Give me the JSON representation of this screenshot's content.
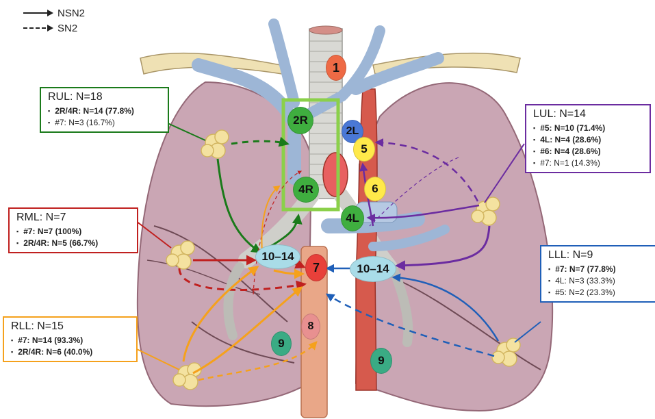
{
  "legend": [
    {
      "label": "NSN2",
      "style": "solid"
    },
    {
      "label": "SN2",
      "style": "dashed"
    }
  ],
  "boxes": {
    "rul": {
      "title": "RUL: N=18",
      "color": "#1a7a1a",
      "items": [
        {
          "text": "2R/4R: N=14 (77.8%)",
          "bold": true
        },
        {
          "text": "#7: N=3 (16.7%)",
          "bold": false
        }
      ]
    },
    "rml": {
      "title": "RML: N=7",
      "color": "#c0201f",
      "items": [
        {
          "text": "#7: N=7 (100%)",
          "bold": true
        },
        {
          "text": "2R/4R: N=5 (66.7%)",
          "bold": true
        }
      ]
    },
    "rll": {
      "title": "RLL: N=15",
      "color": "#f5a11c",
      "items": [
        {
          "text": "#7: N=14 (93.3%)",
          "bold": true
        },
        {
          "text": "2R/4R: N=6 (40.0%)",
          "bold": true
        }
      ]
    },
    "lul": {
      "title": "LUL: N=14",
      "color": "#6b2ca0",
      "items": [
        {
          "text": "#5: N=10 (71.4%)",
          "bold": true
        },
        {
          "text": "4L: N=4 (28.6%)",
          "bold": true
        },
        {
          "text": "#6: N=4 (28.6%)",
          "bold": true
        },
        {
          "text": "#7: N=1 (14.3%)",
          "bold": false
        }
      ]
    },
    "lll": {
      "title": "LLL: N=9",
      "color": "#1f5fb8",
      "items": [
        {
          "text": "#7: N=7 (77.8%)",
          "bold": true
        },
        {
          "text": "4L: N=3 (33.3%)",
          "bold": false
        },
        {
          "text": "#5: N=2 (23.3%)",
          "bold": false
        }
      ]
    }
  },
  "nodes": {
    "n1": {
      "label": "1",
      "color": "#ee6a45"
    },
    "n2r": {
      "label": "2R",
      "color": "#3fae3f"
    },
    "n2l": {
      "label": "2L",
      "color": "#4a78d6"
    },
    "n5": {
      "label": "5",
      "color": "#ffe94a"
    },
    "n6": {
      "label": "6",
      "color": "#ffe94a"
    },
    "n4r": {
      "label": "4R",
      "color": "#3fae3f"
    },
    "n4l": {
      "label": "4L",
      "color": "#3fae3f"
    },
    "n1014r": {
      "label": "10–14",
      "color": "#a9dce8"
    },
    "n1014l": {
      "label": "10–14",
      "color": "#a9dce8"
    },
    "n7": {
      "label": "7",
      "color": "#e8403a"
    },
    "n8": {
      "label": "8",
      "color": "#e89090"
    },
    "n9r": {
      "label": "9",
      "color": "#3aab84"
    },
    "n9l": {
      "label": "9",
      "color": "#3aab84"
    }
  }
}
